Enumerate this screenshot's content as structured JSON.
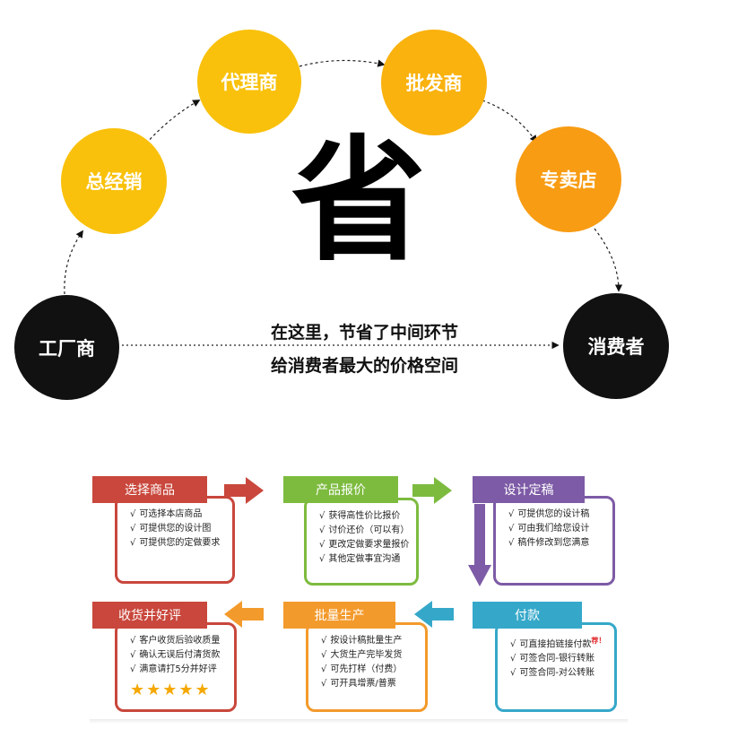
{
  "chain": {
    "factory": "工厂商",
    "distributor": "总经销",
    "agent": "代理商",
    "wholesaler": "批发商",
    "store": "专卖店",
    "consumer": "消费者"
  },
  "big_char": "省",
  "slogan": {
    "line1": "在这里，节省了中间环节",
    "line2": "给消费者最大的价格空间"
  },
  "colors": {
    "yellow": "#f9c10b",
    "orange": "#f89c13",
    "red": "#c9473c",
    "green": "#7dbb3f",
    "purple": "#7d5ba6",
    "cyan": "#35a8c9",
    "orange2": "#f39a2c"
  },
  "steps": {
    "select": {
      "title": "选择商品",
      "items": [
        "可选择本店商品",
        "可提供您的设计图",
        "可提供您的定做要求"
      ]
    },
    "quote": {
      "title": "产品报价",
      "items": [
        "获得高性价比报价",
        "讨价还价（可以有）",
        "更改定做要求量报价",
        "其他定做事宜沟通"
      ]
    },
    "design": {
      "title": "设计定稿",
      "items": [
        "可提供您的设计稿",
        "可由我们给您设计",
        "稿件修改到您满意"
      ]
    },
    "pay": {
      "title": "付款",
      "items": [
        "可直接拍链接付款",
        "可签合同-银行转账",
        "可签合同-对公转账"
      ],
      "badge": "荐！"
    },
    "produce": {
      "title": "批量生产",
      "items": [
        "按设计稿批量生产",
        "大货生产完毕发货",
        "可先打样（付费）",
        "可开具增票/普票"
      ]
    },
    "receive": {
      "title": "收货并好评",
      "items": [
        "客户收货后验收质量",
        "确认无误后付清货款",
        "满意请打5分并好评"
      ],
      "stars": "★★★★★"
    }
  }
}
